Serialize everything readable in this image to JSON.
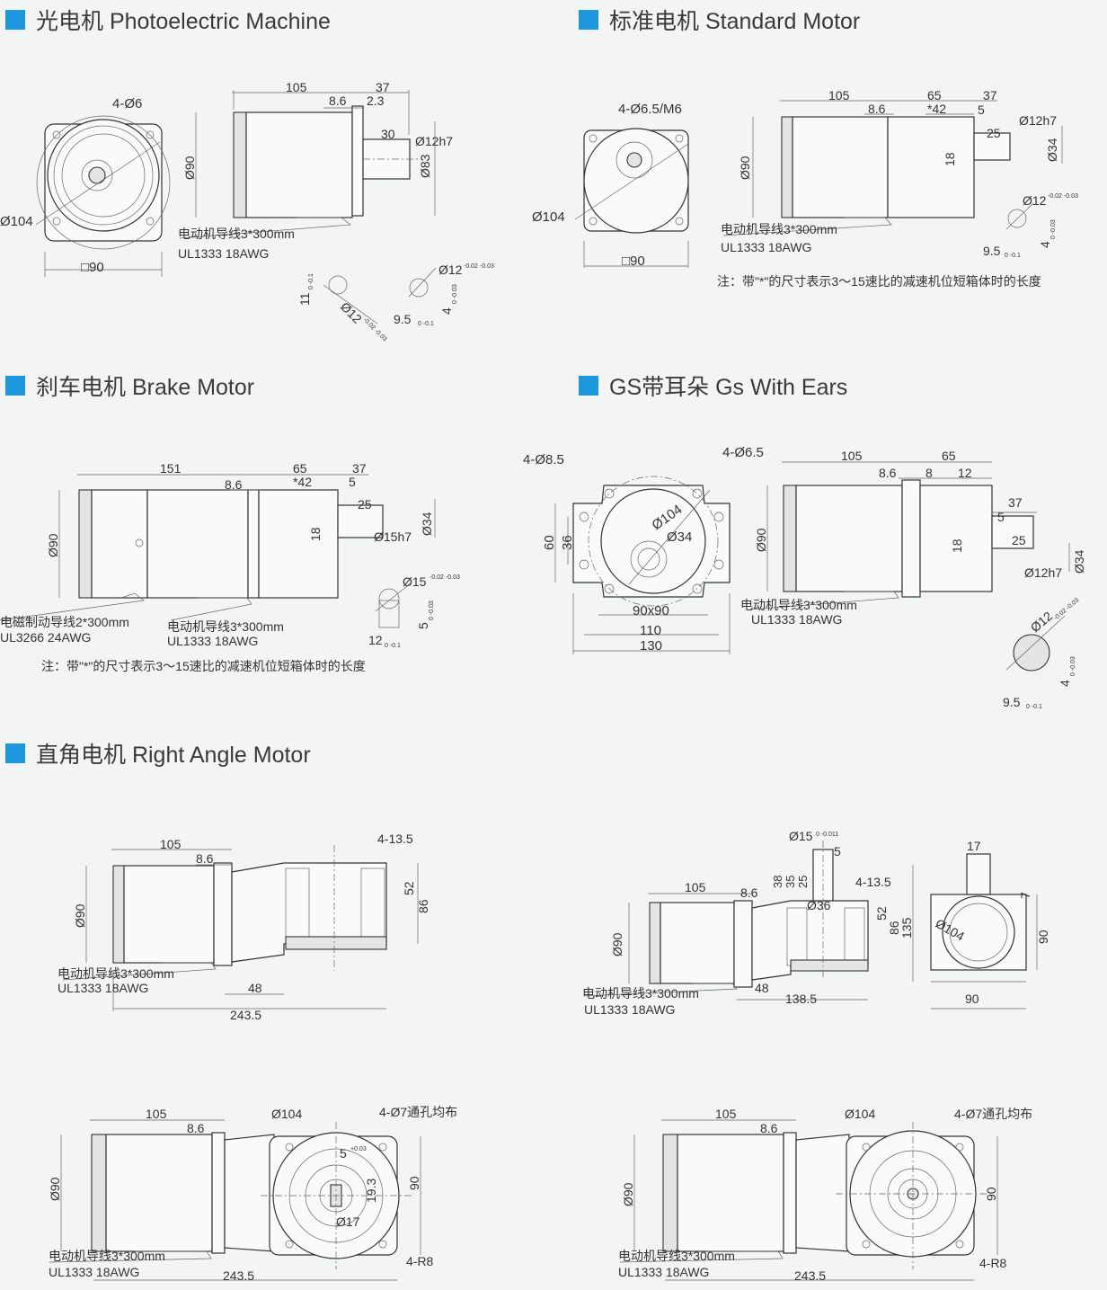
{
  "sections": {
    "photoelectric": {
      "title": "光电机 Photoelectric Machine"
    },
    "standard": {
      "title": "标准电机 Standard Motor"
    },
    "brake": {
      "title": "刹车电机 Brake Motor"
    },
    "gs_ears": {
      "title": "GS带耳朵 Gs With Ears"
    },
    "right_angle": {
      "title": "直角电机 Right Angle Motor"
    }
  },
  "colors": {
    "accent": "#1d97dd"
  },
  "photoelectric": {
    "front": {
      "holes": "4-Ø6",
      "dia": "Ø104",
      "square": "□90"
    },
    "side": {
      "d105": "105",
      "d37": "37",
      "d86": "8.6",
      "d23": "2.3",
      "d30": "30",
      "shaft": "Ø12h7",
      "d83": "Ø83",
      "d90": "Ø90",
      "wire1": "电动机导线3*300mm",
      "wire2": "UL1333  18AWG"
    },
    "keys": {
      "k11": "11",
      "k11tol": "0 -0.1",
      "k12": "Ø12",
      "k12tol": "-0.02 -0.03",
      "k95": "9.5",
      "k95tol": "0 -0.1",
      "kd12": "Ø12",
      "kd12tol": "-0.02 -0.03",
      "k4": "4",
      "k4tol": "0 -0.03"
    }
  },
  "standard": {
    "front": {
      "holes": "4-Ø6.5/M6",
      "dia": "Ø104",
      "square": "□90"
    },
    "side": {
      "d105": "105",
      "d65": "65",
      "d42": "*42",
      "d37": "37",
      "d86": "8.6",
      "d5": "5",
      "shaft": "Ø12h7",
      "d25": "25",
      "d34": "Ø34",
      "d18": "18",
      "d90": "Ø90",
      "wire1": "电动机导线3*300mm",
      "wire2": "UL1333  18AWG"
    },
    "keys": {
      "kd12": "Ø12",
      "kd12tol": "-0.02 -0.03",
      "k95": "9.5",
      "k95tol": "0 -0.1",
      "k4": "4",
      "k4tol": "0 -0.03"
    },
    "note": "注：带\"*\"的尺寸表示3～15速比的减速机位短箱体时的长度"
  },
  "brake": {
    "side": {
      "d151": "151",
      "d65": "65",
      "d42": "*42",
      "d37": "37",
      "d86": "8.6",
      "d5": "5",
      "d25": "25",
      "d34": "Ø34",
      "d18": "18",
      "shaft": "Ø15h7",
      "d90": "Ø90",
      "brake1": "电磁制动导线2*300mm",
      "brake2": "UL3266  24AWG",
      "wire1": "电动机导线3*300mm",
      "wire2": "UL1333  18AWG"
    },
    "keys": {
      "kd15": "Ø15",
      "kd15tol": "-0.02 -0.03",
      "k12": "12",
      "k12tol": "0 -0.1",
      "k5": "5",
      "k5tol": "0 -0.03"
    },
    "note": "注：带\"*\"的尺寸表示3～15速比的减速机位短箱体时的长度"
  },
  "gs": {
    "front": {
      "h85": "4-Ø8.5",
      "h65": "4-Ø6.5",
      "d104": "Ø104",
      "d34": "Ø34",
      "d60": "60",
      "d36": "36",
      "sq": "90x90",
      "d110": "110",
      "d130": "130"
    },
    "side": {
      "d105": "105",
      "d65": "65",
      "d86": "8.6",
      "d8": "8",
      "d12": "12",
      "d37": "37",
      "d5": "5",
      "d25": "25",
      "d18": "18",
      "shaft": "Ø12h7",
      "d34": "Ø34",
      "d90": "Ø90",
      "wire1": "电动机导线3*300mm",
      "wire2": "UL1333  18AWG"
    },
    "keys": {
      "kd12": "Ø12",
      "kd12tol": "-0.02 -0.03",
      "k4": "4",
      "k4tol": "0 -0.03",
      "k95": "9.5",
      "k95tol": "0 -0.1"
    }
  },
  "ra1": {
    "d105": "105",
    "d86": "8.6",
    "holes": "4-13.5",
    "d52": "52",
    "d86b": "86",
    "d90": "Ø90",
    "wire1": "电动机导线3*300mm",
    "wire2": "UL1333  18AWG",
    "d48": "48",
    "d2435": "243.5"
  },
  "ra2": {
    "d15": "Ø15",
    "d15tol": "0 -0.011",
    "d5": "5",
    "d38": "38",
    "d35": "35",
    "d25": "25",
    "d105": "105",
    "d86": "8.6",
    "holes": "4-13.5",
    "d36": "Ø36",
    "d52": "52",
    "d86b": "86",
    "d135": "135",
    "d90": "Ø90",
    "wire1": "电动机导线3*300mm",
    "wire2": "UL1333  18AWG",
    "d48": "48",
    "d1385": "138.5",
    "d17": "17",
    "d7": "7",
    "d104": "Ø104",
    "d90f": "90",
    "d90w": "90"
  },
  "ra3": {
    "d105": "105",
    "d86": "8.6",
    "d104": "Ø104",
    "holes": "4-Ø7通孔均布",
    "d5": "5",
    "d5tol": "+0.03",
    "d193": "19.3",
    "d17": "Ø17",
    "d90": "90",
    "d90l": "Ø90",
    "r8": "4-R8",
    "wire1": "电动机导线3*300mm",
    "wire2": "UL1333  18AWG",
    "d2435": "243.5"
  },
  "ra4": {
    "d105": "105",
    "d86": "8.6",
    "d104": "Ø104",
    "holes": "4-Ø7通孔均布",
    "d90": "90",
    "d90l": "Ø90",
    "r8": "4-R8",
    "wire1": "电动机导线3*300mm",
    "wire2": "UL1333  18AWG",
    "d2435": "243.5"
  }
}
